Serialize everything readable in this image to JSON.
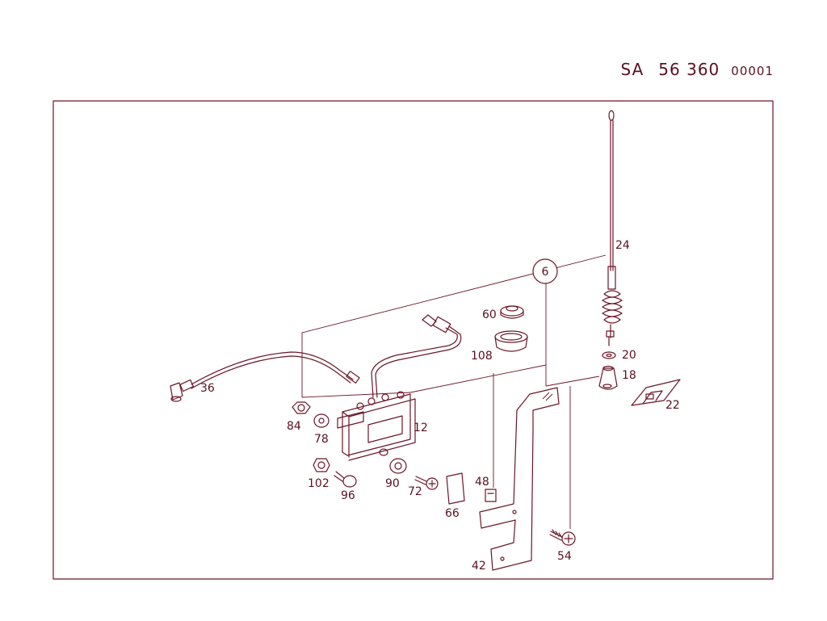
{
  "header": {
    "prefix": "SA",
    "number": "56 360",
    "suffix": "00001"
  },
  "colors": {
    "ink": "#6b1526"
  },
  "callout": {
    "label": "6"
  },
  "parts": [
    {
      "id": "p24",
      "label": "24"
    },
    {
      "id": "p60",
      "label": "60"
    },
    {
      "id": "p108",
      "label": "108"
    },
    {
      "id": "p20",
      "label": "20"
    },
    {
      "id": "p18",
      "label": "18"
    },
    {
      "id": "p22",
      "label": "22"
    },
    {
      "id": "p36",
      "label": "36"
    },
    {
      "id": "p84",
      "label": "84"
    },
    {
      "id": "p78",
      "label": "78"
    },
    {
      "id": "p12",
      "label": "12"
    },
    {
      "id": "p102",
      "label": "102"
    },
    {
      "id": "p96",
      "label": "96"
    },
    {
      "id": "p90",
      "label": "90"
    },
    {
      "id": "p72",
      "label": "72"
    },
    {
      "id": "p66",
      "label": "66"
    },
    {
      "id": "p48",
      "label": "48"
    },
    {
      "id": "p42",
      "label": "42"
    },
    {
      "id": "p54",
      "label": "54"
    }
  ]
}
